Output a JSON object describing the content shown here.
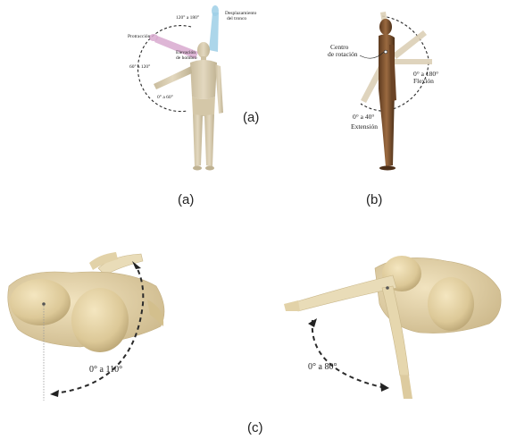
{
  "figure_a": {
    "caption": "(a)",
    "side_caption": "(a)",
    "labels": {
      "range_top": "120° a 180°",
      "displacement_line1": "Desplazamiento",
      "displacement_line2": "del tronco",
      "protraction": "Protracción",
      "elevation_line1": "Elevación",
      "elevation_line2": "de hombro",
      "range_mid": "60° a 120°",
      "range_low": "0° a 60°"
    }
  },
  "figure_b": {
    "caption": "(b)",
    "labels": {
      "center_line1": "Centro",
      "center_line2": "de rotación",
      "flexion_range": "0° a 180°",
      "flexion": "Flexión",
      "extension_range": "0° a 40°",
      "extension": "Extensión"
    }
  },
  "figure_c": {
    "caption": "(c)",
    "left_range": "0° a 110°",
    "right_range": "0° a 80°"
  },
  "colors": {
    "skin_light": "#d9ccae",
    "skin_dark": "#8a5a34",
    "shoulder_3d": "#e6d4a6",
    "arm_blue": "#9ecfe6",
    "arm_pink": "#d8a9cf"
  }
}
